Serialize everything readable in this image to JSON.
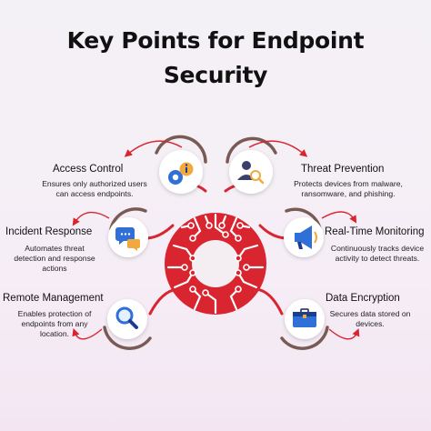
{
  "title": {
    "line1": "Key Points for Endpoint",
    "line2": "Security"
  },
  "colors": {
    "accent": "#d9252f",
    "arrow": "#7a5a55",
    "circle_fill": "#ffffff"
  },
  "points": [
    {
      "title": "Access Control",
      "description": "Ensures only authorized users can access endpoints.",
      "icon": "gear-info-icon"
    },
    {
      "title": "Threat Prevention",
      "description": "Protects devices from malware, ransomware, and phishing.",
      "icon": "user-search-icon"
    },
    {
      "title": "Incident Response",
      "description": "Automates threat detection and response actions",
      "icon": "chat-bubbles-icon"
    },
    {
      "title": "Real-Time Monitoring",
      "description": "Continuously tracks device activity to detect threats.",
      "icon": "megaphone-icon"
    },
    {
      "title": "Remote Management",
      "description": "Enables protection of endpoints from any location.",
      "icon": "magnifier-icon"
    },
    {
      "title": "Data Encryption",
      "description": "Secures data stored on devices.",
      "icon": "briefcase-icon"
    }
  ]
}
